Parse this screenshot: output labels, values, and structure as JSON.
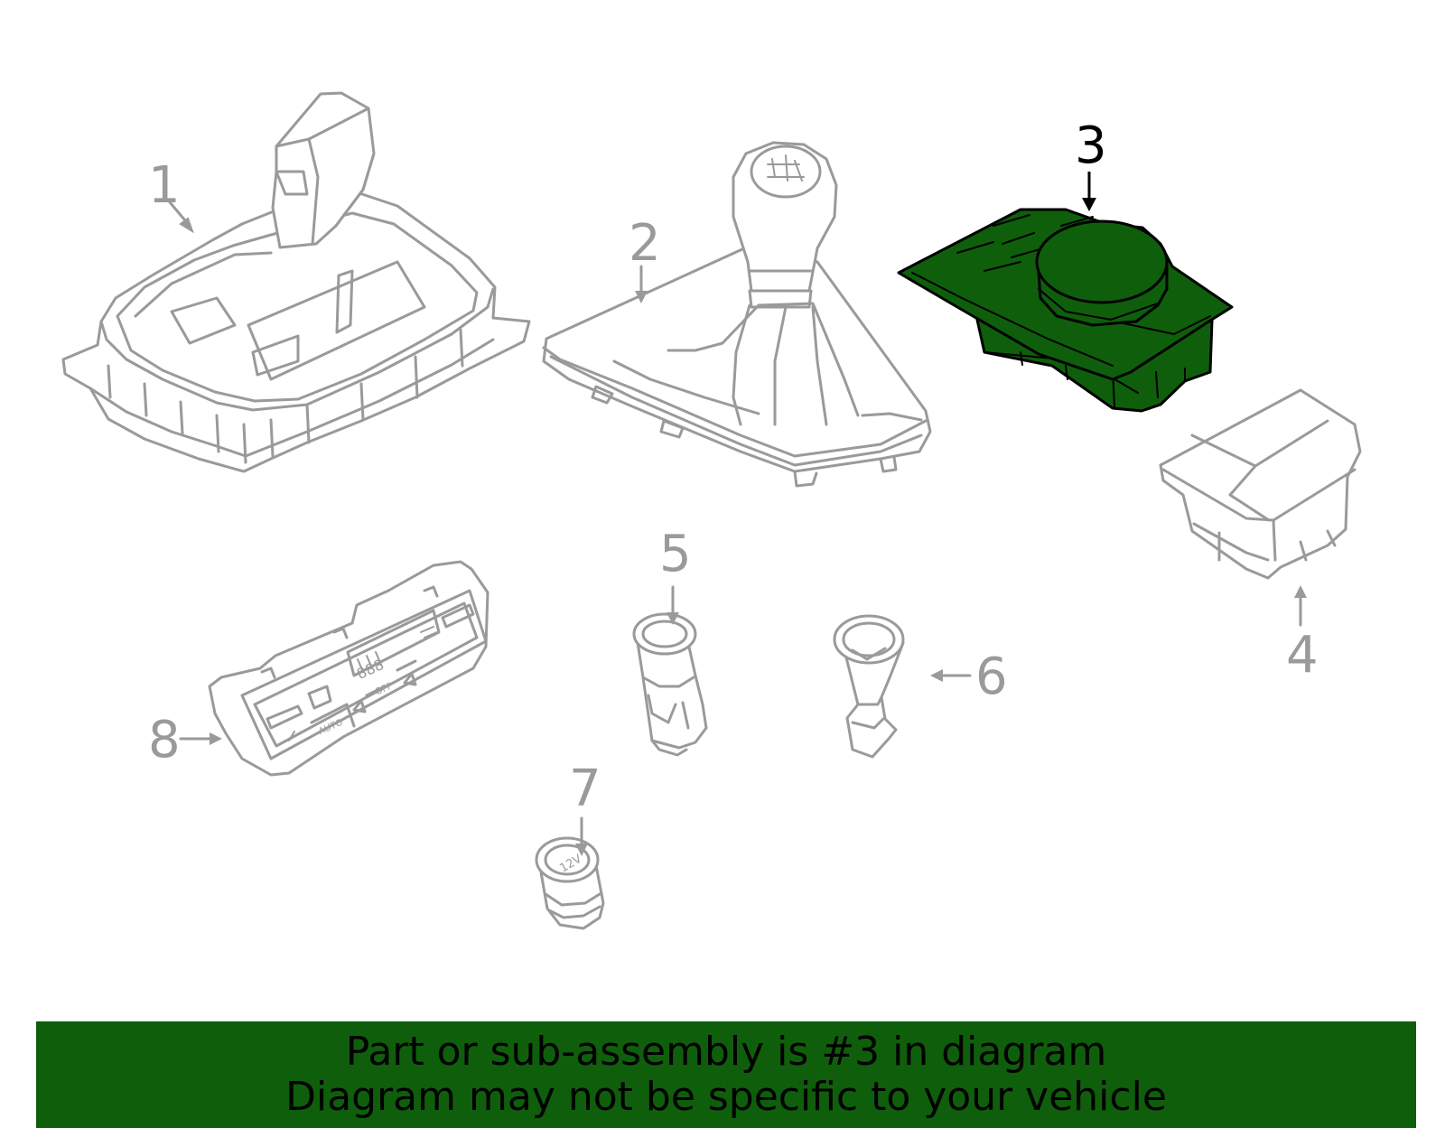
{
  "colors": {
    "highlight_fill": "#0f5e0b",
    "highlight_outline": "#000000",
    "part_outline": "#9a9a9a",
    "callout_active": "#000000",
    "callout_inactive": "#9a9a9a",
    "banner_background": "#0f5e0b",
    "banner_text": "#000000"
  },
  "highlighted_part": "3",
  "callouts": [
    {
      "id": "1",
      "label": "1",
      "part": "gear-selector-console-trim"
    },
    {
      "id": "2",
      "label": "2",
      "part": "manual-shift-knob-boot"
    },
    {
      "id": "3",
      "label": "3",
      "part": "idrive-controller"
    },
    {
      "id": "4",
      "label": "4",
      "part": "control-switch-module"
    },
    {
      "id": "5",
      "label": "5",
      "part": "socket-housing"
    },
    {
      "id": "6",
      "label": "6",
      "part": "socket-housing-with-bracket"
    },
    {
      "id": "7",
      "label": "7",
      "part": "12v-power-outlet"
    },
    {
      "id": "8",
      "label": "8",
      "part": "climate-control-panel"
    }
  ],
  "part_markings": {
    "climate_panel_auto": "AUTO",
    "climate_panel_off": "OFF",
    "climate_panel_display": "888",
    "outlet_voltage": "12V"
  },
  "banner": {
    "line1": "Part or sub-assembly is #3 in diagram",
    "line2": "Diagram may not be specific to your vehicle"
  }
}
